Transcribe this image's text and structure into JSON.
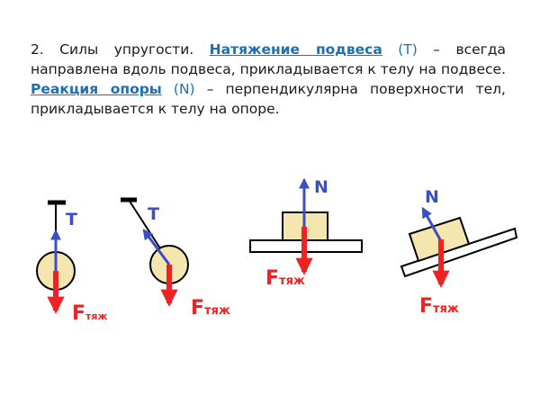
{
  "paragraph": {
    "intro": "2. Силы упругости. ",
    "term1": "Натяжение подвеса",
    "sym1": " (Т)",
    "desc1": " – всегда направлена вдоль подвеса, прикладывается к телу на подвесе. ",
    "term2": "Реакция опоры",
    "sym2": " (N)",
    "desc2": " – перпендикулярна поверхности тел, прикладывается к телу на опоре."
  },
  "labels": {
    "tension": "T",
    "normal": "N",
    "gravity_main": "F",
    "gravity_sub": "тяж"
  },
  "colors": {
    "tension_arrow": "#3a4fc0",
    "gravity_arrow": "#ee2222",
    "body_fill": "#f5e6b0",
    "outline": "#000000",
    "term_highlight": "#1f6fb2"
  }
}
